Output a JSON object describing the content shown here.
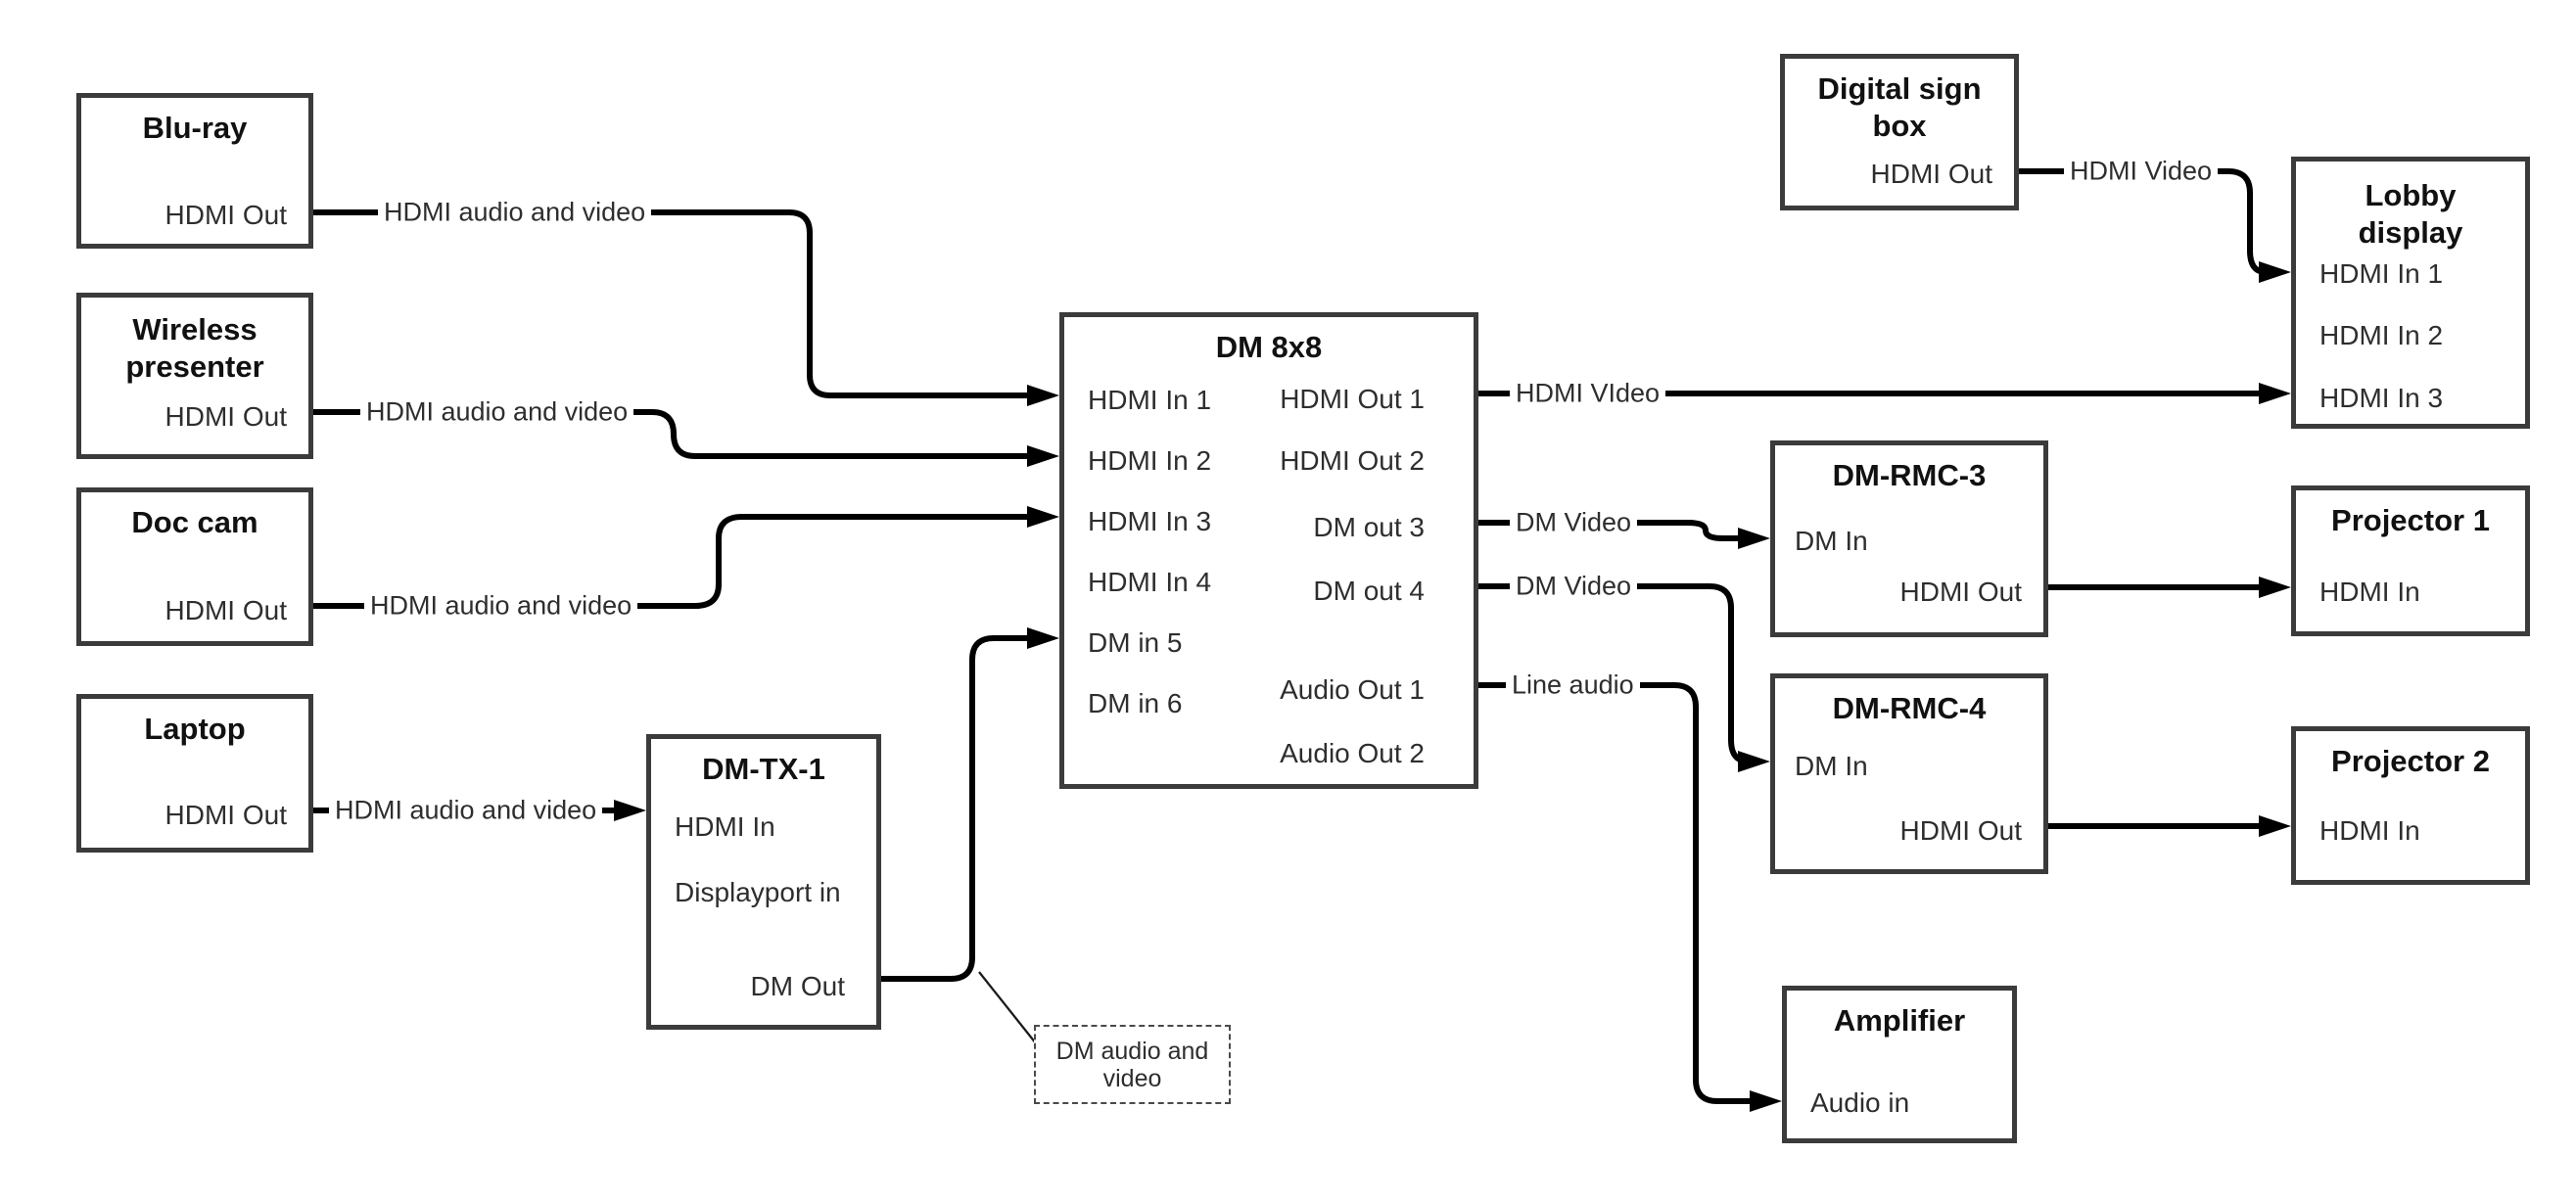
{
  "colors": {
    "wire": "#000000",
    "box_border": "#3b3b3b",
    "text": "#1f1f1f",
    "background": "#ffffff"
  },
  "nodes": {
    "bluray": {
      "title": "Blu-ray",
      "hdmi_out": "HDMI Out"
    },
    "wireless": {
      "title1": "Wireless",
      "title2": "presenter",
      "hdmi_out": "HDMI Out"
    },
    "doc_cam": {
      "title": "Doc cam",
      "hdmi_out": "HDMI Out"
    },
    "laptop": {
      "title": "Laptop",
      "hdmi_out": "HDMI Out"
    },
    "dm_tx_1": {
      "title": "DM-TX-1",
      "hdmi_in": "HDMI In",
      "displayport_in": "Displayport in",
      "dm_out": "DM Out"
    },
    "dm_8x8": {
      "title": "DM 8x8",
      "in1": "HDMI In 1",
      "in2": "HDMI In 2",
      "in3": "HDMI In 3",
      "in4": "HDMI In 4",
      "in5": "DM in 5",
      "in6": "DM in 6",
      "out1": "HDMI Out 1",
      "out2": "HDMI Out 2",
      "out3": "DM out 3",
      "out4": "DM out 4",
      "aout1": "Audio Out 1",
      "aout2": "Audio Out 2"
    },
    "digital_sign_box": {
      "title1": "Digital sign",
      "title2": "box",
      "hdmi_out": "HDMI Out"
    },
    "lobby_display": {
      "title1": "Lobby",
      "title2": "display",
      "in1": "HDMI In 1",
      "in2": "HDMI In 2",
      "in3": "HDMI In 3"
    },
    "dm_rmc_3": {
      "title": "DM-RMC-3",
      "dm_in": "DM In",
      "hdmi_out": "HDMI Out"
    },
    "projector_1": {
      "title": "Projector 1",
      "hdmi_in": "HDMI In"
    },
    "dm_rmc_4": {
      "title": "DM-RMC-4",
      "dm_in": "DM In",
      "hdmi_out": "HDMI Out"
    },
    "projector_2": {
      "title": "Projector 2",
      "hdmi_in": "HDMI In"
    },
    "amplifier": {
      "title": "Amplifier",
      "audio_in": "Audio in"
    }
  },
  "edge_labels": {
    "bluray_av": "HDMI audio and video",
    "wireless_av": "HDMI audio and video",
    "doccam_av": "HDMI audio and video",
    "laptop_av": "HDMI audio and video",
    "digital_video": "HDMI Video",
    "out1_video": "HDMI VIdeo",
    "out3_video": "DM Video",
    "out4_video": "DM Video",
    "line_audio": "Line audio"
  },
  "note": {
    "line1": "DM audio and",
    "line2": "video"
  }
}
